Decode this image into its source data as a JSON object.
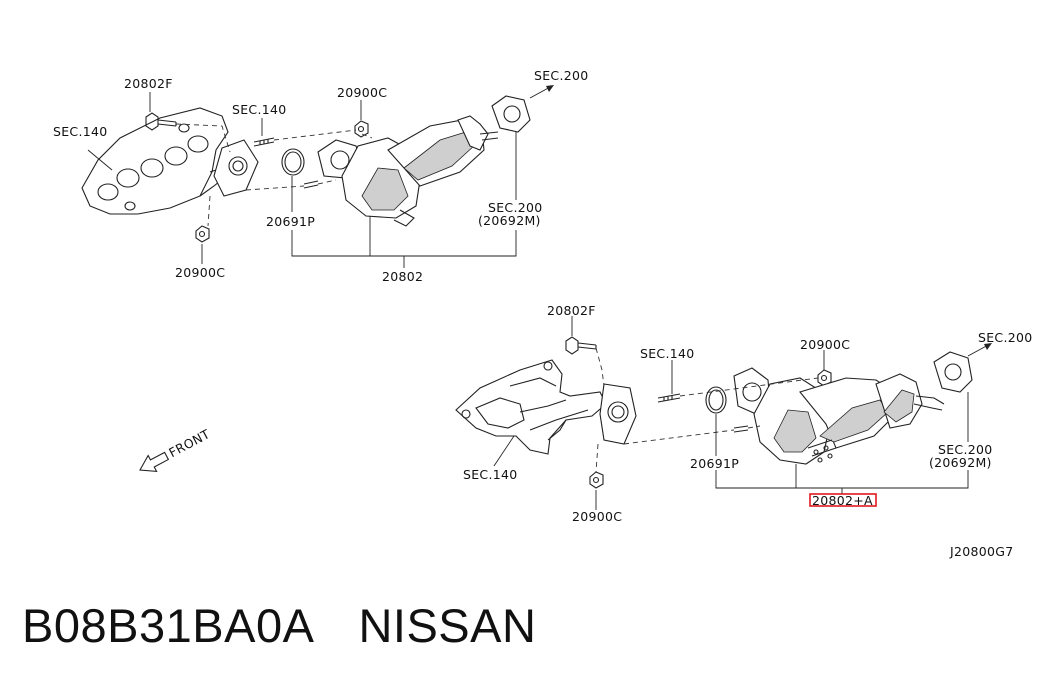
{
  "diagram": {
    "upper": {
      "sec140": "SEC.140",
      "bolt": "20802F",
      "stud": "SEC.140",
      "nut_top": "20900C",
      "sec200_arrow": "SEC.200",
      "gasket": "20691P",
      "sec200_bottom": "SEC.200",
      "sec200_bottom_code": "(20692M)",
      "nut_bottom": "20900C",
      "assembly": "20802"
    },
    "lower": {
      "bolt": "20802F",
      "stud": "SEC.140",
      "nut_top": "20900C",
      "sec200_arrow": "SEC.200",
      "gasket": "20691P",
      "sec200_bottom": "SEC.200",
      "sec200_bottom_code": "(20692M)",
      "sec140": "SEC.140",
      "nut_bottom": "20900C",
      "assembly": "20802+A",
      "highlight_color": "#e0191e"
    },
    "front_label": "FRONT",
    "drawing_code": "J20800G7"
  },
  "footer": {
    "part_number": "B08B31BA0A",
    "brand": "NISSAN"
  }
}
